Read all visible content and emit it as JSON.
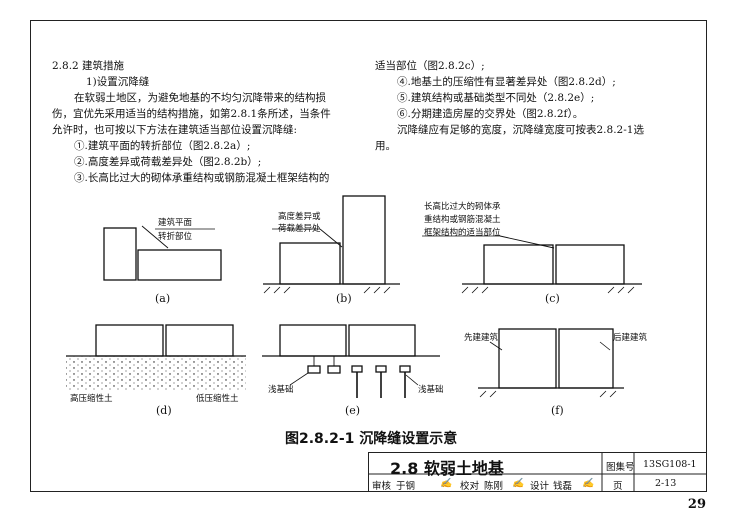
{
  "section_heading": "2.8.2 建筑措施",
  "left_lines": [
    "1)设置沉降缝",
    "在软弱土地区，为避免地基的不均匀沉降带来的结构损",
    "伤，宜优先采用适当的结构措施，如第2.8.1条所述，当条件",
    "允许时，也可按以下方法在建筑适当部位设置沉降缝:",
    "①.建筑平面的转折部位（图2.8.2a）;",
    "②.高度差异或荷载差异处（图2.8.2b）;",
    "③.长高比过大的砌体承重结构或钢筋混凝土框架结构的"
  ],
  "right_lines": [
    "适当部位（图2.8.2c）;",
    "④.地基土的压缩性有显著差异处（图2.8.2d）;",
    "⑤.建筑结构或基础类型不同处（2.8.2e）;",
    "⑥.分期建造房屋的交界处（图2.8.2f）。",
    "沉降缝应有足够的宽度，沉降缝宽度可按表2.8.2-1选",
    "用。"
  ],
  "diagrams": {
    "a": {
      "label": "(a)",
      "annotation_1": "建筑平面",
      "annotation_2": "转折部位"
    },
    "b": {
      "label": "(b)",
      "annotation_1": "高度差异或",
      "annotation_2": "荷载差异处"
    },
    "c": {
      "label": "(c)",
      "annotation_1": "长高比过大的砌体承",
      "annotation_2": "重结构或钢筋混凝土",
      "annotation_3": "框架结构的适当部位"
    },
    "d": {
      "label": "(d)",
      "left_soil": "高压缩性土",
      "right_soil": "低压缩性土"
    },
    "e": {
      "label": "(e)",
      "left_found": "浅基础",
      "right_found": "浅基础"
    },
    "f": {
      "label": "(f)",
      "left_building": "先建建筑",
      "right_building": "后建建筑"
    }
  },
  "figure_caption": "图2.8.2-1 沉降缝设置示意",
  "title_block": {
    "title": "2.8 软弱土地基",
    "atlas_label": "图集号",
    "atlas_no": "13SG108-1",
    "review_label": "审核",
    "reviewer": "于钢",
    "check_label": "校对",
    "checker": "陈刚",
    "design_label": "设计",
    "designer": "钱磊",
    "page_label": "页",
    "page_value": "2-13"
  },
  "page_number": "29"
}
